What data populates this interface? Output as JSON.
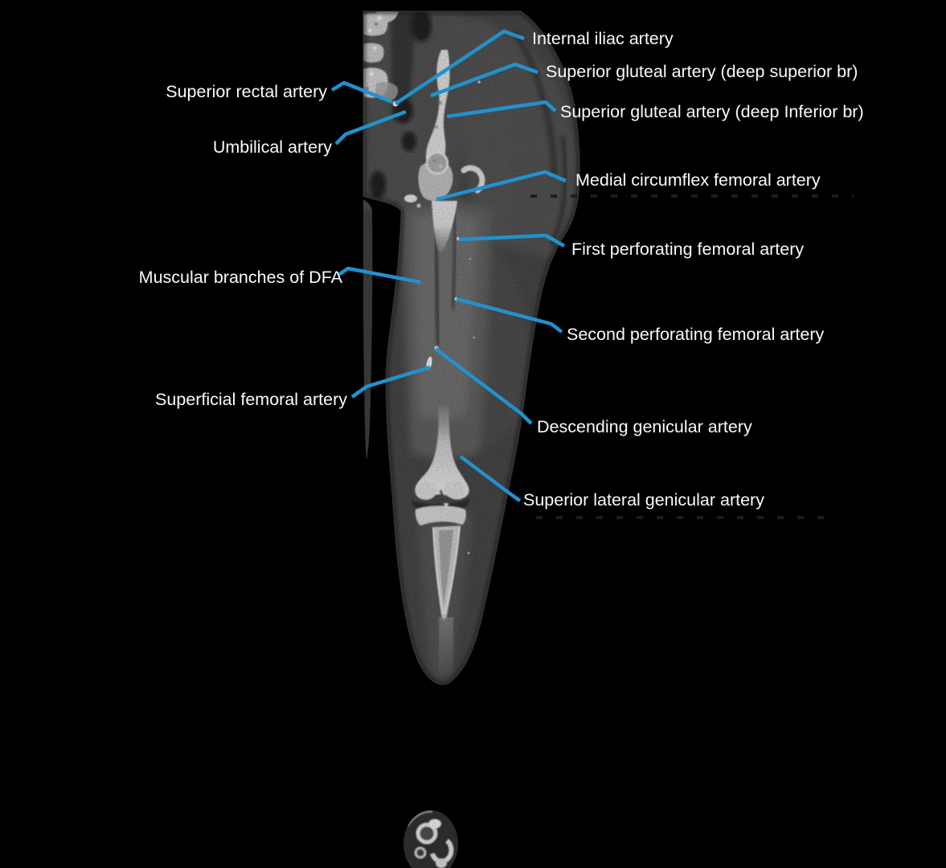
{
  "figure": {
    "type": "annotated-ct-angiogram",
    "colors": {
      "background": "#000000",
      "leader_line": "#2191cf",
      "label_text": "#fafafa"
    },
    "labels": [
      {
        "id": "internal-iliac-artery",
        "side": "right",
        "text": "Internal iliac artery"
      },
      {
        "id": "superior-gluteal-artery-deep-superior-br",
        "side": "right",
        "text": "Superior gluteal artery (deep superior br)"
      },
      {
        "id": "superior-gluteal-artery-deep-inferior-br",
        "side": "right",
        "text": "Superior gluteal artery (deep Inferior br)"
      },
      {
        "id": "medial-circumflex-femoral-artery",
        "side": "right",
        "text": "Medial circumflex femoral artery"
      },
      {
        "id": "first-perforating-femoral-artery",
        "side": "right",
        "text": "First perforating femoral artery"
      },
      {
        "id": "second-perforating-femoral-artery",
        "side": "right",
        "text": "Second perforating femoral artery"
      },
      {
        "id": "descending-genicular-artery",
        "side": "right",
        "text": "Descending genicular artery"
      },
      {
        "id": "superior-lateral-genicular-artery",
        "side": "right",
        "text": "Superior lateral genicular artery"
      },
      {
        "id": "superior-rectal-artery",
        "side": "left",
        "text": "Superior rectal artery"
      },
      {
        "id": "umbilical-artery",
        "side": "left",
        "text": "Umbilical artery"
      },
      {
        "id": "muscular-branches-of-dfa",
        "side": "left",
        "text": "Muscular branches of DFA"
      },
      {
        "id": "superficial-femoral-artery",
        "side": "left",
        "text": "Superficial femoral artery"
      }
    ]
  }
}
